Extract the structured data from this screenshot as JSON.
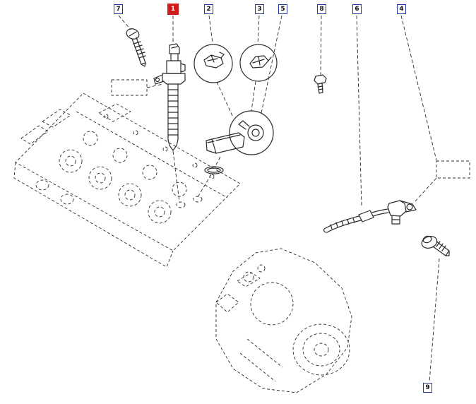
{
  "callouts": {
    "c7": {
      "label": "7"
    },
    "c1": {
      "label": "1"
    },
    "c2": {
      "label": "2"
    },
    "c3": {
      "label": "3"
    },
    "c5": {
      "label": "5"
    },
    "c8": {
      "label": "8"
    },
    "c6": {
      "label": "6"
    },
    "c4": {
      "label": "4"
    },
    "c9": {
      "label": "9"
    }
  },
  "colors": {
    "callout_border": "#2438a6",
    "highlight": "#cf1a1a",
    "line": "#2b2b2b",
    "background": "#ffffff"
  }
}
